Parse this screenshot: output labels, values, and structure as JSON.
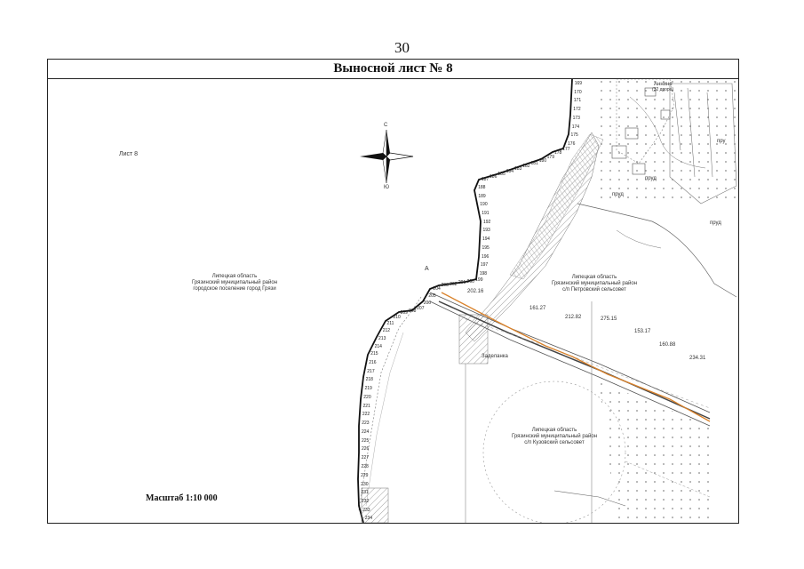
{
  "page_number": "30",
  "title": "Выносной лист № 8",
  "sheet_label": "Лист 8",
  "scale": "Масштаб 1:10 000",
  "north_arrow": {
    "north": "С",
    "south": "Ю",
    "icon": "compass-rose-icon"
  },
  "regions": {
    "left": [
      "Липецкая область",
      "Грязинский муниципальный район",
      "городское поселение город Грязи"
    ],
    "right_top": [
      "Липецкая область",
      "Грязинский муниципальный район",
      "с/п Петровский сельсовет"
    ],
    "right_bottom": [
      "Липецкая область",
      "Грязинский муниципальный район",
      "с/п Кузовский сельсовет"
    ]
  },
  "point_a": "А",
  "place_name": "Аннино",
  "place_subtitle": "(32 двора)",
  "feature_label": "Заделанка",
  "pond_labels": [
    "пру",
    "пруд",
    "пруд",
    "пруд"
  ],
  "distances": [
    "161.27",
    "212.82",
    "275.15",
    "153.17",
    "160.88",
    "234.31",
    "202.16"
  ],
  "boundary_points": [
    "169",
    "170",
    "171",
    "172",
    "173",
    "174",
    "175",
    "176",
    "177",
    "178",
    "179",
    "180",
    "181",
    "182",
    "183",
    "184",
    "185",
    "186",
    "187",
    "188",
    "189",
    "190",
    "191",
    "192",
    "193",
    "194",
    "195",
    "196",
    "197",
    "198",
    "199",
    "200",
    "201",
    "202",
    "203",
    "204",
    "205",
    "206",
    "207",
    "208",
    "209",
    "210",
    "211",
    "212",
    "213",
    "214",
    "215",
    "216",
    "217",
    "218",
    "219",
    "220",
    "221",
    "222",
    "223",
    "224",
    "225",
    "226",
    "227",
    "228",
    "229",
    "230",
    "231",
    "232",
    "233",
    "234"
  ],
  "colors": {
    "boundary": "#111111",
    "route": "#d9822b",
    "hatch": "#777777"
  }
}
